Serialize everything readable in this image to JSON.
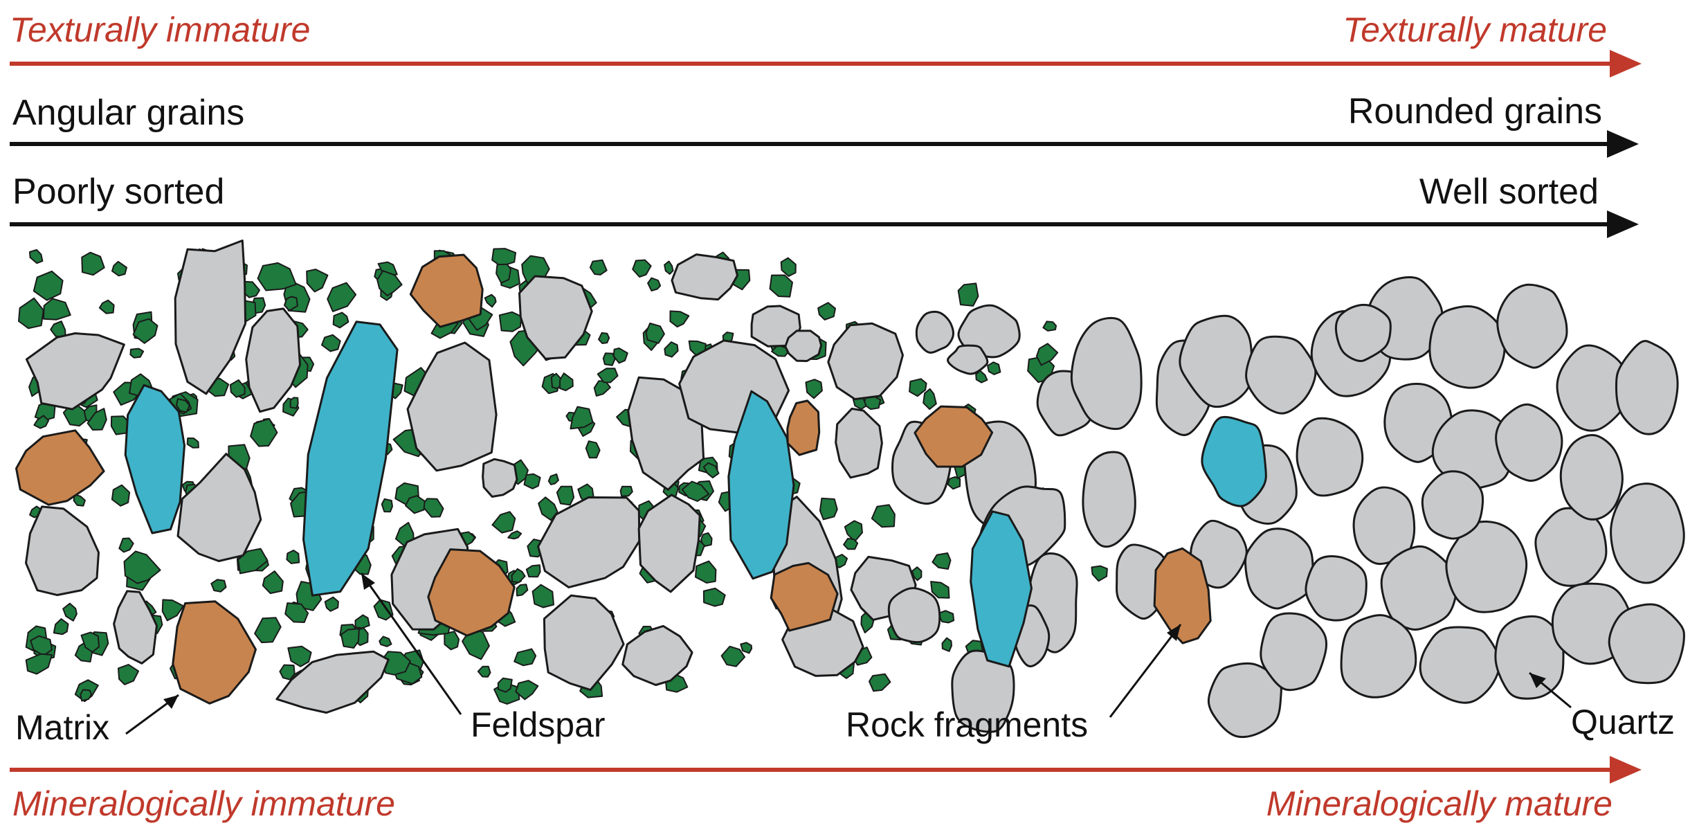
{
  "scale": {
    "textural": {
      "left": "Texturally immature",
      "right": "Texturally mature"
    },
    "roundness": {
      "left": "Angular grains",
      "right": "Rounded grains"
    },
    "sorting": {
      "left": "Poorly sorted",
      "right": "Well sorted"
    },
    "mineralogical": {
      "left": "Mineralogically immature",
      "right": "Mineralogically mature"
    }
  },
  "components": {
    "matrix": "Matrix",
    "feldspar": "Feldspar",
    "rock_fragments": "Rock fragments",
    "quartz": "Quartz"
  },
  "colors": {
    "quartz": "#c8c9cb",
    "feldspar": "#3fb3c9",
    "rock_fragments": "#c8844e",
    "matrix": "#1f7a3e",
    "maturity_arrow": "#c0392b",
    "texture_arrow": "#111111"
  }
}
